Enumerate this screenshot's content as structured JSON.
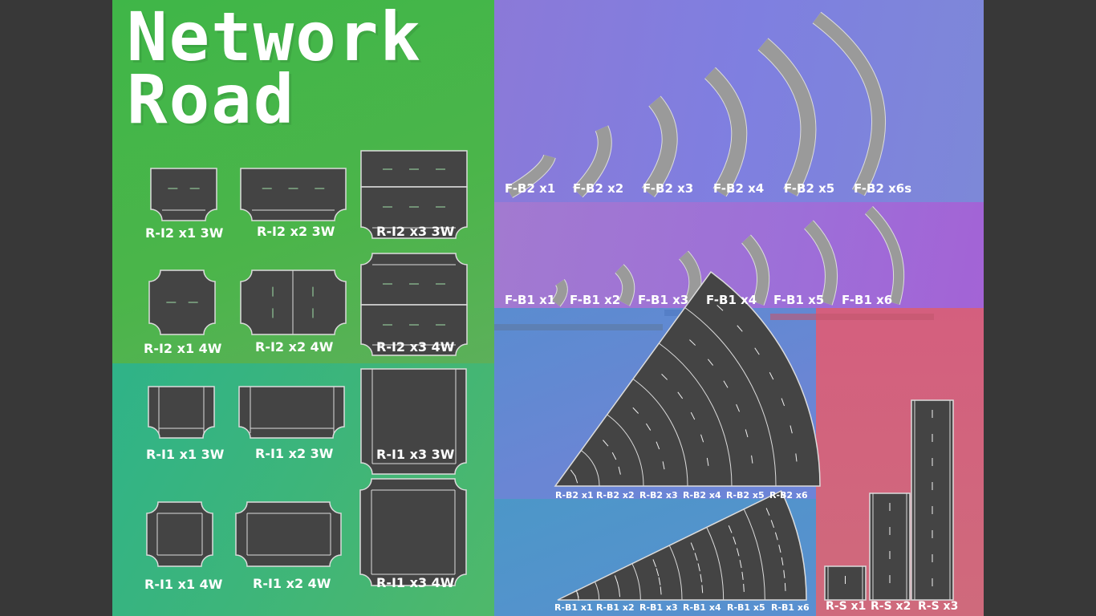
{
  "title": {
    "line1": "Network",
    "line2": "Road"
  },
  "colors": {
    "asphalt": "#444444",
    "edge": "#dcdcdc",
    "dash": "#9fe0a8",
    "ramp": "#9a9a9a"
  },
  "labels": {
    "ri2": [
      "R-I2 x1 3W",
      "R-I2 x2 3W",
      "R-I2 x3 3W",
      "R-I2 x1 4W",
      "R-I2 x2 4W",
      "R-I2 x3 4W"
    ],
    "ri1": [
      "R-I1 x1 3W",
      "R-I1 x2 3W",
      "R-I1 x3 3W",
      "R-I1 x1 4W",
      "R-I1 x2 4W",
      "R-I1 x3 4W"
    ],
    "fb2": [
      "F-B2 x1",
      "F-B2 x2",
      "F-B2 x3",
      "F-B2 x4",
      "F-B2 x5",
      "F-B2 x6s"
    ],
    "fb1": [
      "F-B1 x1",
      "F-B1 x2",
      "F-B1 x3",
      "F-B1 x4",
      "F-B1 x5",
      "F-B1 x6"
    ],
    "rb2": [
      "R-B2 x1",
      "R-B2 x2",
      "R-B2 x3",
      "R-B2 x4",
      "R-B2 x5",
      "R-B2 x6"
    ],
    "rb1": [
      "R-B1 x1",
      "R-B1 x2",
      "R-B1 x3",
      "R-B1 x4",
      "R-B1 x5",
      "R-B1 x6"
    ],
    "rs": [
      "R-S x1",
      "R-S x2",
      "R-S x3"
    ]
  }
}
